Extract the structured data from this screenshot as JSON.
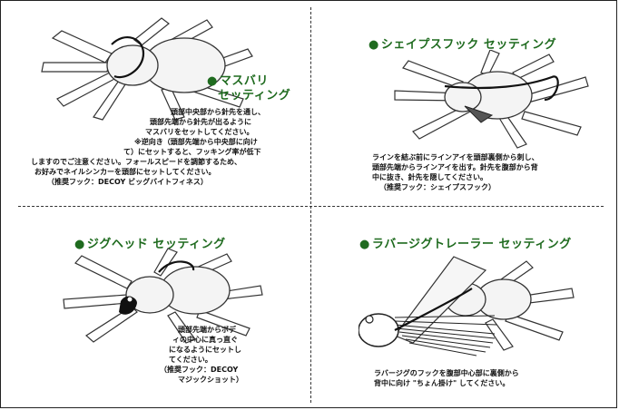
{
  "panels": [
    {
      "title": "マスバリ",
      "title2": "セッティング",
      "lines": [
        "頭部中央部から針先を通し、",
        "頭部先端から針先が出るように",
        "マスバリをセットしてください。",
        "※逆向き（頭部先端から中央部に向け",
        "て）にセットすると、フッキング率が低下",
        "しますのでご注意ください。フォールスピードを調節するため、",
        "お好みでネイルシンカーを頭部にセットしてください。",
        "（推奨フック：DECOY ビッグバイトフィネス）"
      ]
    },
    {
      "title": "シェイプスフック セッティング",
      "lines": [
        "ラインを結ぶ前にラインアイを頭部裏側から刺し、",
        "頭部先端からラインアイを出す。針先を腹部から背",
        "中に抜き、針先を隠してください。",
        "（推奨フック：シェイプスフック）"
      ]
    },
    {
      "title": "ジグヘッド セッティング",
      "lines": [
        "頭部先端からボデ",
        "ィの中心に真っ直ぐ",
        "になるようにセットし",
        "てください。",
        "（推奨フック：DECOY",
        "マジックショット）"
      ]
    },
    {
      "title": "ラバージグトレーラー セッティング",
      "lines": [
        "ラバージグのフックを腹部中心部に裏側から",
        "背中に向け \"ちょん掛け\" してください。"
      ]
    }
  ]
}
